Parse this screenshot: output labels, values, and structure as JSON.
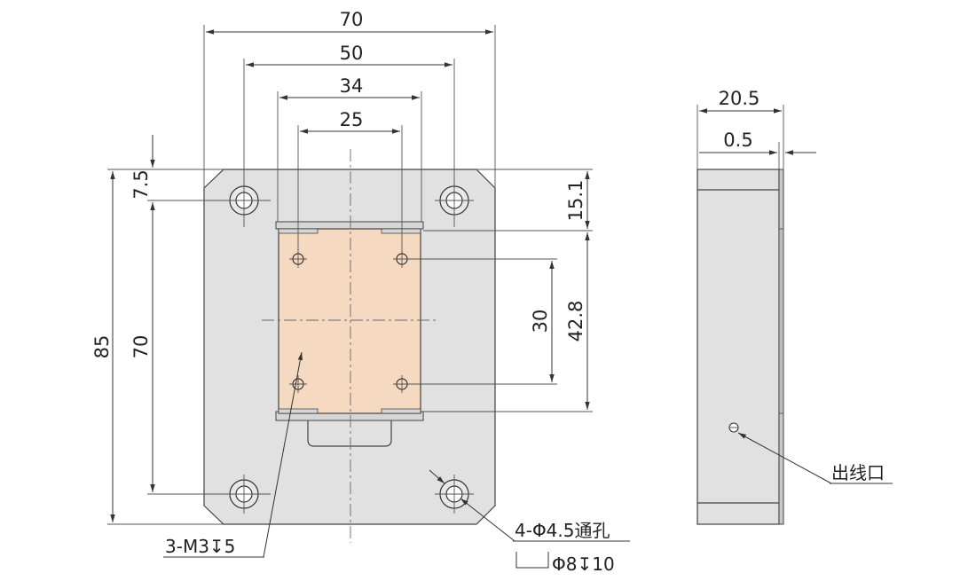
{
  "drawing": {
    "front_dimensions": {
      "width_total": "70",
      "hole_spacing_x": "50",
      "plate_width": "34",
      "thread_spacing_x": "25",
      "top_offset": "7.5",
      "height_total": "85",
      "hole_spacing_y": "70",
      "top_to_plate": "15.1",
      "thread_spacing_y": "30",
      "plate_height": "42.8"
    },
    "side_dimensions": {
      "depth": "20.5",
      "flange": "0.5"
    },
    "notes": {
      "thread_holes": "3-M3↧5",
      "through_holes": "4-Φ4.5通孔",
      "counterbore": "Φ8↧10",
      "cable_outlet": "出线口"
    },
    "colors": {
      "body_fill": "#e1e1e1",
      "plate_fill": "#f6d9c1",
      "line": "#333333"
    }
  }
}
